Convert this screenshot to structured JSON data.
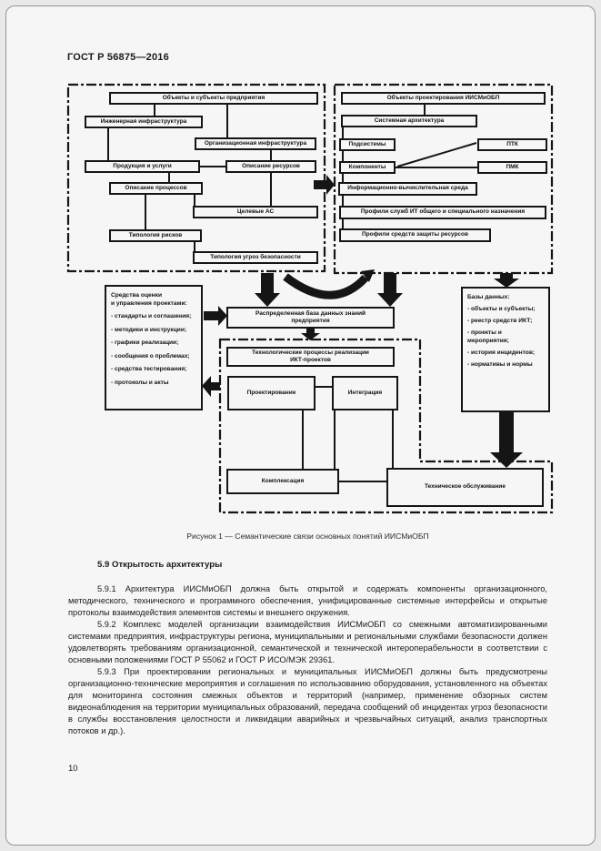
{
  "page": {
    "header": "ГОСТ Р 56875—2016",
    "page_number": "10"
  },
  "colors": {
    "ink": "#151515",
    "paper": "#f6f6f6"
  },
  "figure": {
    "caption": "Рисунок 1 — Семантические связи основных понятий ИИСМиОБП",
    "left_group": {
      "objects_subjects": "Объекты и субъекты предприятия",
      "engineering_infra": "Инженерная инфраструктура",
      "org_infra": "Организационная инфраструктура",
      "products_services": "Продукция и услуги",
      "resources_desc": "Описание ресурсов",
      "processes_desc": "Описание процессов",
      "target_as": "Целевые АС",
      "risk_typology": "Типология рисков",
      "threat_typology": "Типология угроз безопасности"
    },
    "right_group": {
      "design_objects": "Объекты проектирования ИИСМиОБП",
      "system_architecture": "Системная архитектура",
      "subsystems": "Подсистемы",
      "ptk": "ПТК",
      "components": "Компоненты",
      "pmk": "ПМК",
      "computing_env": "Информационно-вычислительная среда",
      "it_service_profiles": "Профили служб ИТ общего и специального назначения",
      "protection_profiles": "Профили средств защиты ресурсов"
    },
    "tools_box": {
      "title": "Средства оценки\nи управления проектами:",
      "items": [
        "- стандарты и соглашения;",
        "- методики и инструкции;",
        "- графики реализации;",
        "- сообщения о проблемах;",
        "- средства тестирования;",
        "- протоколы и акты"
      ]
    },
    "db_box": {
      "title": "Базы данных:",
      "items": [
        "- объекты и субъекты;",
        "- реестр средств ИКТ;",
        "- проекты и мероприятия;",
        "- история инцидентов;",
        "- нормативы и нормы"
      ]
    },
    "middle": {
      "distributed_db": "Распределенная база данных знаний\nпредприятия",
      "tech_processes": "Технологические процессы реализации\nИКТ-проектов",
      "design": "Проектирование",
      "integration": "Интеграция",
      "assembly": "Комплексация",
      "maintenance": "Техническое обслуживание"
    }
  },
  "content": {
    "section_heading": "5.9 Открытость архитектуры",
    "paragraphs": [
      "5.9.1 Архитектура ИИСМиОБП должна быть открытой и содержать компоненты организационного, методического, технического и программного обеспечения, унифицированные системные интерфейсы и открытые протоколы взаимодействия элементов системы и внешнего окружения.",
      "5.9.2 Комплекс моделей организации взаимодействия ИИСМиОБП со смежными автоматизированными системами предприятия, инфраструктуры региона, муниципальными и региональными службами безопасности должен удовлетворять требованиям организационной, семантической и технической интероперабельности в соответствии с основными положениями ГОСТ Р 55062 и ГОСТ Р ИСО/МЭК 29361.",
      "5.9.3 При проектировании региональных и муниципальных ИИСМиОБП должны быть предусмотрены организационно-технические мероприятия и соглашения по использованию оборудования, установленного на объектах для мониторинга состояния смежных объектов и территорий (например, применение обзорных систем видеонаблюдения на территории муниципальных образований, передача сообщений об инцидентах угроз безопасности в службы восстановления целостности и ликвидации аварийных и чрезвычайных ситуаций, анализ транспортных потоков и др.)."
    ]
  }
}
